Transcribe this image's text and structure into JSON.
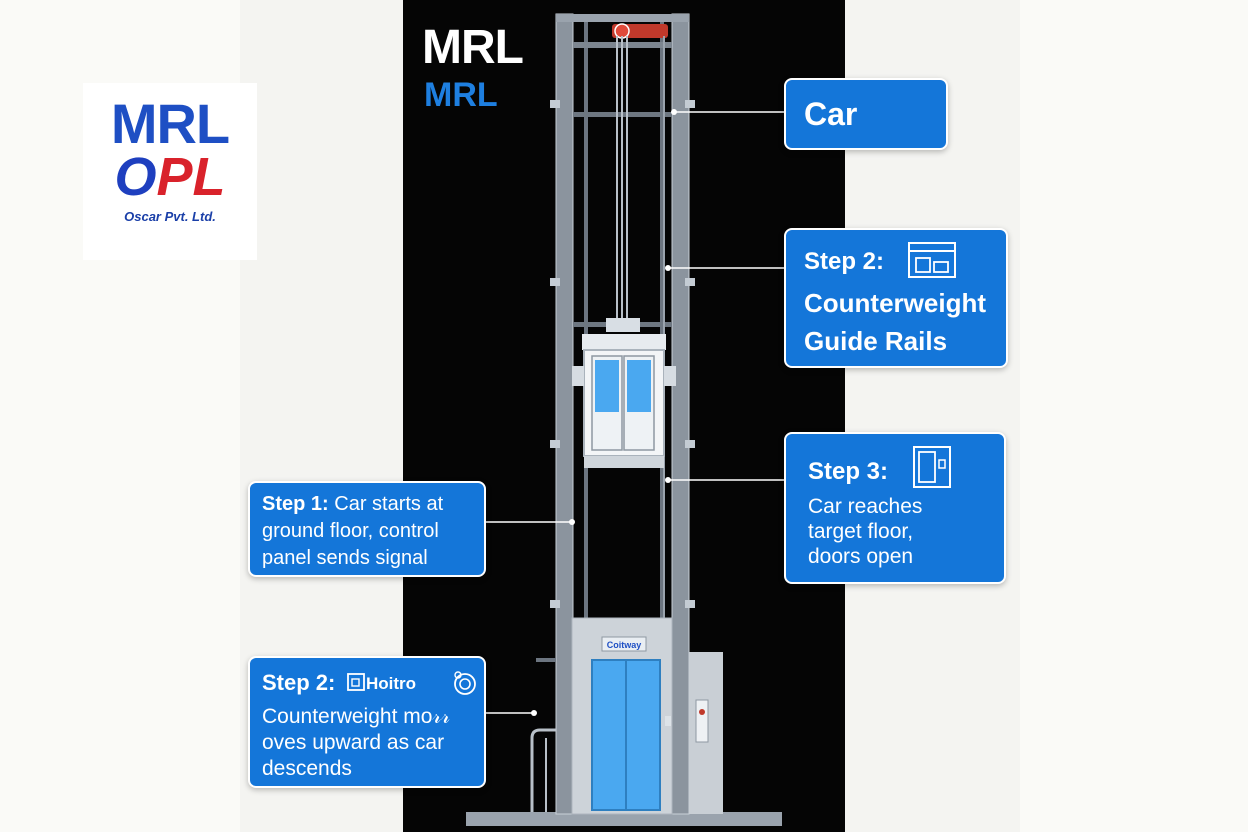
{
  "logo": {
    "top": "MRL",
    "mid_o": "O",
    "mid_rest": "PL",
    "sub": "Oscar Pvt. Ltd."
  },
  "title": {
    "white": "MRL",
    "blue": "MRL"
  },
  "callouts": {
    "car": {
      "head": "Car"
    },
    "step2_right": {
      "head": "Step 2:",
      "line1": "Counterweight",
      "line2": "Guide Rails",
      "icon": "machine-panel-icon"
    },
    "step3": {
      "head": "Step 3:",
      "line1": "Car reaches",
      "line2": "target floor,",
      "line3": "doors open",
      "icon": "door-panel-icon"
    },
    "step1": {
      "head": "Step 1:",
      "line1_rest": "Car starts at",
      "line2": "ground floor, control",
      "line3": "panel sends signal"
    },
    "step2_left": {
      "head": "Step 2:",
      "aux": "Hoitro",
      "line1": "Counterweight mo𝓇𝓇",
      "line2": "oves upward as car",
      "line3": "descends",
      "icon": "hoist-icon"
    }
  },
  "door_sign": "Coitway",
  "colors": {
    "accent_blue": "#1476d9",
    "logo_blue": "#1e4fc4",
    "logo_red": "#d9222b",
    "shaft_black": "#050505",
    "rail_grey": "#9aa3ad",
    "glass_blue": "#4aa8f0"
  }
}
